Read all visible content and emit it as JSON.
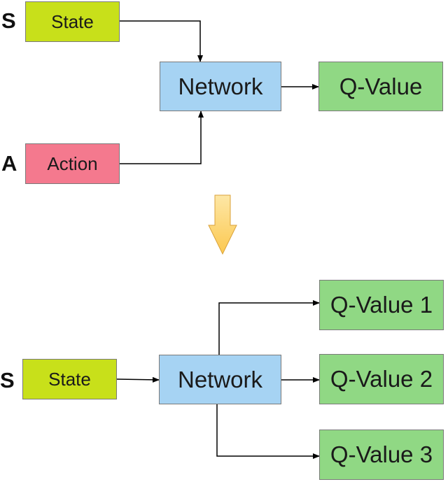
{
  "top": {
    "state_letter": "S",
    "action_letter": "A",
    "state_label": "State",
    "action_label": "Action",
    "network_label": "Network",
    "output_label": "Q-Value"
  },
  "bottom": {
    "state_letter": "S",
    "state_label": "State",
    "network_label": "Network",
    "outputs": [
      "Q-Value 1",
      "Q-Value 2",
      "Q-Value 3"
    ]
  },
  "colors": {
    "state": "#c8e01a",
    "action": "#f4798e",
    "network": "#a6d3f3",
    "q_value": "#90d884",
    "transition_arrow": "#fdd67a"
  }
}
